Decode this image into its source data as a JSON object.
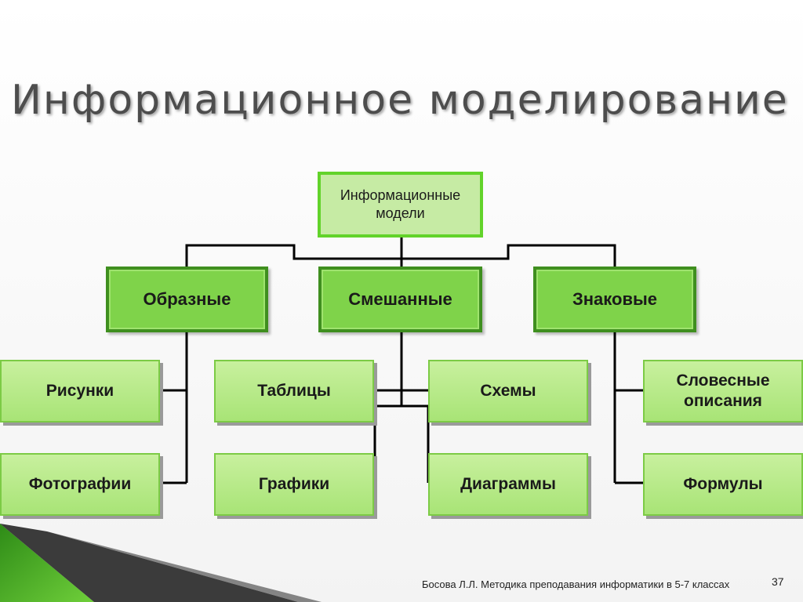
{
  "title": "Информационное моделирование",
  "diagram": {
    "root": "Информационные модели",
    "categories": [
      "Образные",
      "Смешанные",
      "Знаковые"
    ],
    "leaves": {
      "risunki": "Рисунки",
      "fotografii": "Фотографии",
      "tablicy": "Таблицы",
      "grafiki": "Графики",
      "shemy": "Схемы",
      "diagrammy": "Диаграммы",
      "slovesnye": "Словесные описания",
      "formuly": "Формулы"
    }
  },
  "footer": {
    "citation": "Босова Л.Л. Методика преподавания информатики в 5-7 классах",
    "page_number": "37"
  },
  "colors": {
    "category_fill": "#7fd34a",
    "category_border": "#3f8f1f",
    "leaf_fill": "#b5e98a",
    "root_fill": "#c6eba4",
    "root_border": "#62d32a",
    "connector": "#000000"
  }
}
